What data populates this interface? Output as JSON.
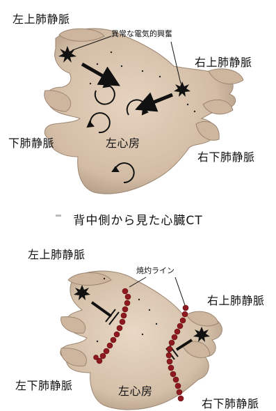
{
  "figure_top": {
    "labels": {
      "lsv": "左上肺静脈",
      "rsv": "右上肺静脈",
      "liv": "下肺静脈",
      "riv": "右下肺静脈",
      "la": "左心房",
      "ectopic": "異常な電気的興奮"
    }
  },
  "caption": "背中側から見た心臓CT",
  "figure_bottom": {
    "labels": {
      "lsv": "左上肺静脈",
      "rsv": "右上肺静脈",
      "liv": "左下肺静脈",
      "riv": "右下肺静脈",
      "la": "左心房",
      "ablation": "焼灼ライン"
    }
  },
  "colors": {
    "heart_fill": "#d9c4ae",
    "heart_shade": "#b69f88",
    "lesion": "#8e1a1f",
    "arrow": "#111111"
  }
}
